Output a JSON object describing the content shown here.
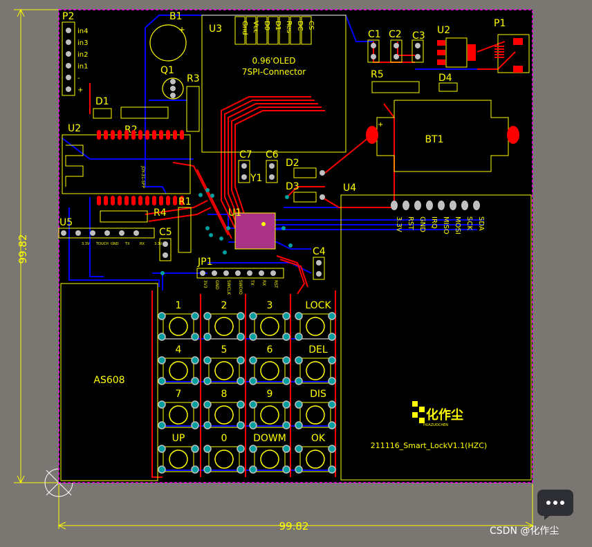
{
  "board": {
    "dimension_width": "99.82",
    "dimension_height": "99.82",
    "silk_text": "211116_Smart_LockV1.1(HZC)",
    "logo_text": "化作尘",
    "logo_sub": "HUAZUOCHEN"
  },
  "designators": {
    "P2": "P2",
    "B1": "B1",
    "Q1": "Q1",
    "R3": "R3",
    "U3": "U3",
    "C1": "C1",
    "C2": "C2",
    "C3": "C3",
    "U2_top": "U2",
    "P1": "P1",
    "R5": "R5",
    "D4": "D4",
    "D1": "D1",
    "R2": "R2",
    "U2_left": "U2",
    "BT1": "BT1",
    "C7": "C7",
    "C6": "C6",
    "D2": "D2",
    "Y1": "Y1",
    "D3": "D3",
    "U4": "U4",
    "R4": "R4",
    "R1": "R1",
    "U5": "U5",
    "U1": "U1",
    "C5": "C5",
    "C4": "C4",
    "JP1": "JP1",
    "AS608": "AS608"
  },
  "p2_pins": [
    "in4",
    "in3",
    "in2",
    "in1",
    "-",
    "+"
  ],
  "oled": {
    "pins": [
      "Gnd",
      "Vcc",
      "D0",
      "D1",
      "Res",
      "DC",
      "CS"
    ],
    "title": "0.96'OLED",
    "subtitle": "7SPI-Connector"
  },
  "u4_pins": [
    "3.3V",
    "RST",
    "GND",
    "IRQ",
    "MISO",
    "MOSI",
    "SCK",
    "SDA"
  ],
  "u5_pins": [
    "3.3V",
    "TOUCH",
    "GND",
    "TX",
    "RX",
    "3.3V"
  ],
  "jp1_pins": [
    "3V3",
    "GND",
    "SWCLK",
    "SWDIO",
    "TX",
    "RX",
    "RST"
  ],
  "u2_module_text": "JDY-31-SPP",
  "keypad": [
    "1",
    "2",
    "3",
    "LOCK",
    "4",
    "5",
    "6",
    "DEL",
    "7",
    "8",
    "9",
    "DIS",
    "UP",
    "0",
    "DOWM",
    "OK"
  ],
  "watermark": "CSDN @化作尘",
  "colors": {
    "background": "#7a7672",
    "board": "#000000",
    "outline": "#ff00ff",
    "silkscreen": "#ffff00",
    "top_copper": "#ff0000",
    "bottom_copper": "#0000ff",
    "pad": "#c0c0c0",
    "via": "#00a0a0",
    "dimension": "#ffff00"
  }
}
